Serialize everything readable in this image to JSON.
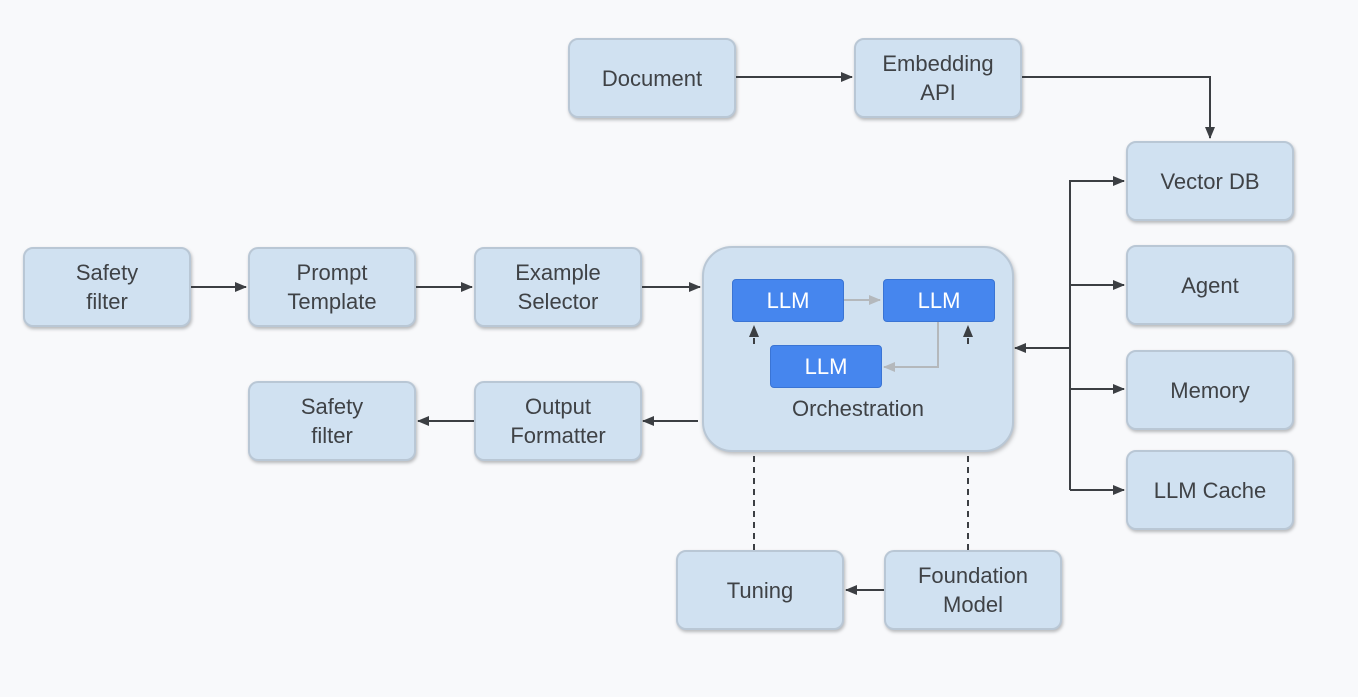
{
  "colors": {
    "box_fill": "#d0e1f1",
    "box_border": "#b9c7d5",
    "llm_fill": "#4686ee",
    "arrow": "#3c3f43",
    "arrow_light": "#b4b8bc",
    "background": "#f8f9fb"
  },
  "nodes": {
    "document": "Document",
    "embedding_api": "Embedding\nAPI",
    "vector_db": "Vector DB",
    "agent": "Agent",
    "memory": "Memory",
    "llm_cache": "LLM Cache",
    "safety_filter_in": "Safety\nfilter",
    "prompt_template": "Prompt\nTemplate",
    "example_selector": "Example\nSelector",
    "output_formatter": "Output\nFormatter",
    "safety_filter_out": "Safety\nfilter",
    "tuning": "Tuning",
    "foundation_model": "Foundation\nModel"
  },
  "orchestration": {
    "label": "Orchestration",
    "llm_1": "LLM",
    "llm_2": "LLM",
    "llm_3": "LLM"
  },
  "edges": [
    {
      "from": "document",
      "to": "embedding_api",
      "style": "solid"
    },
    {
      "from": "embedding_api",
      "to": "vector_db",
      "style": "solid"
    },
    {
      "from": "safety_filter_in",
      "to": "prompt_template",
      "style": "solid"
    },
    {
      "from": "prompt_template",
      "to": "example_selector",
      "style": "solid"
    },
    {
      "from": "example_selector",
      "to": "orchestration",
      "style": "solid"
    },
    {
      "from": "orchestration",
      "to": "output_formatter",
      "style": "solid"
    },
    {
      "from": "output_formatter",
      "to": "safety_filter_out",
      "style": "solid"
    },
    {
      "from": "hub",
      "to": "vector_db",
      "style": "solid"
    },
    {
      "from": "hub",
      "to": "agent",
      "style": "solid"
    },
    {
      "from": "hub",
      "to": "memory",
      "style": "solid"
    },
    {
      "from": "hub",
      "to": "llm_cache",
      "style": "solid"
    },
    {
      "from": "hub",
      "to": "orchestration",
      "style": "solid"
    },
    {
      "from": "foundation_model",
      "to": "tuning",
      "style": "solid"
    },
    {
      "from": "tuning",
      "to": "llm_1",
      "style": "dashed"
    },
    {
      "from": "foundation_model",
      "to": "llm_2",
      "style": "dashed"
    },
    {
      "from": "llm_1",
      "to": "llm_2",
      "style": "light"
    },
    {
      "from": "llm_2",
      "to": "llm_3",
      "style": "light"
    }
  ]
}
